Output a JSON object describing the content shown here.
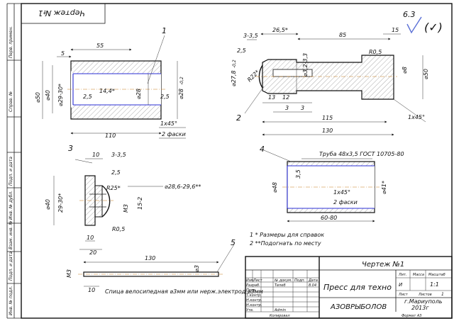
{
  "stamp_vertical": "Чертеж №1",
  "roughness": "6.3",
  "side_labels": [
    "Перв. примен.",
    "Справ. №",
    "Подп. и дата",
    "Инв. № дубл.",
    "Взам. инв. №",
    "Подп. и дата",
    "Инв. № подл."
  ],
  "notes": [
    "1  * Размеры для справок",
    "2  **Подогнать по месту"
  ],
  "parts": {
    "p1": {
      "callout": "1",
      "dims": {
        "d55": "55",
        "d5": "5",
        "phi50": "⌀50",
        "phi40": "⌀40",
        "phi29_30": "⌀29-30*",
        "r25a": "2,5",
        "r25b": "2,5",
        "phi28": "⌀28",
        "phi28tol": "⌀28",
        "tol": "-0,2",
        "angle": "14,4*",
        "ch": "1х45°",
        "ch2": "2 фаски",
        "len": "110"
      }
    },
    "p2": {
      "callout": "2",
      "dims": {
        "d3_35": "3-3,5",
        "d26_5": "26,5*",
        "d85": "85",
        "d15": "15",
        "d25": "2,5",
        "r05": "R0,5",
        "phi27_8": "⌀27,8",
        "tol": "-0,2",
        "r22": "R22*",
        "phi32_33": "⌀3,2-3,3",
        "phi8": "⌀8",
        "phi50": "⌀50",
        "d13": "13",
        "d12": "12",
        "d3a": "3",
        "d3b": "3",
        "d115": "115",
        "d130": "130",
        "ch": "1х45°"
      }
    },
    "p3": {
      "callout": "3",
      "dims": {
        "d10": "10",
        "d3_35": "3-3,5",
        "d25": "2,5",
        "r25": "R25*",
        "phi28_29": "⌀28,6-29,6**",
        "phi40": "⌀40",
        "d29_30": "29-30*",
        "m3": "М3",
        "d15_2": "15-2",
        "r05": "R0,5",
        "d10b": "10",
        "d20": "20"
      }
    },
    "p4": {
      "callout": "4",
      "tube": "Труба 48х3,5 ГОСТ 10705-80",
      "dims": {
        "d35": "3,5",
        "phi48": "⌀48",
        "phi41": "⌀41*",
        "ch": "1х45°",
        "ch2": "2 фаски",
        "len": "60-80"
      }
    },
    "p5": {
      "callout": "5",
      "dims": {
        "d130": "130",
        "m3": "М3",
        "phi3": "⌀3",
        "d10": "10"
      },
      "note": "Спица велосипедная ⌀3мм или нерж.электрод ⌀3мм"
    }
  },
  "title_block": {
    "doc_title": "Чертеж №1",
    "name": "Пресс для техно",
    "org": "АЗОВРЫБОЛОВ",
    "city": "г.Мариуполь",
    "year": "2013г",
    "col_izm": "Изм.",
    "col_list": "Лист",
    "col_doc": "№ докум.",
    "col_podp": "Подп.",
    "col_data": "Дата",
    "razrab": "Разраб.",
    "prov": "Пров.",
    "tkontr": "Т.контр.",
    "nkontr": "Н.контр.",
    "utv": "Утв.",
    "developer": "Тепеб",
    "approver": "Admin",
    "date": "8.04",
    "lit_label": "Лит.",
    "mass_label": "Масса",
    "scale_label": "Масштаб",
    "lit_value": "И",
    "scale_value": "1:1",
    "sheet_label": "Лист",
    "sheets_label": "Листов",
    "sheets_value": "1",
    "kopir": "Копировал",
    "format": "Формат   А3"
  }
}
